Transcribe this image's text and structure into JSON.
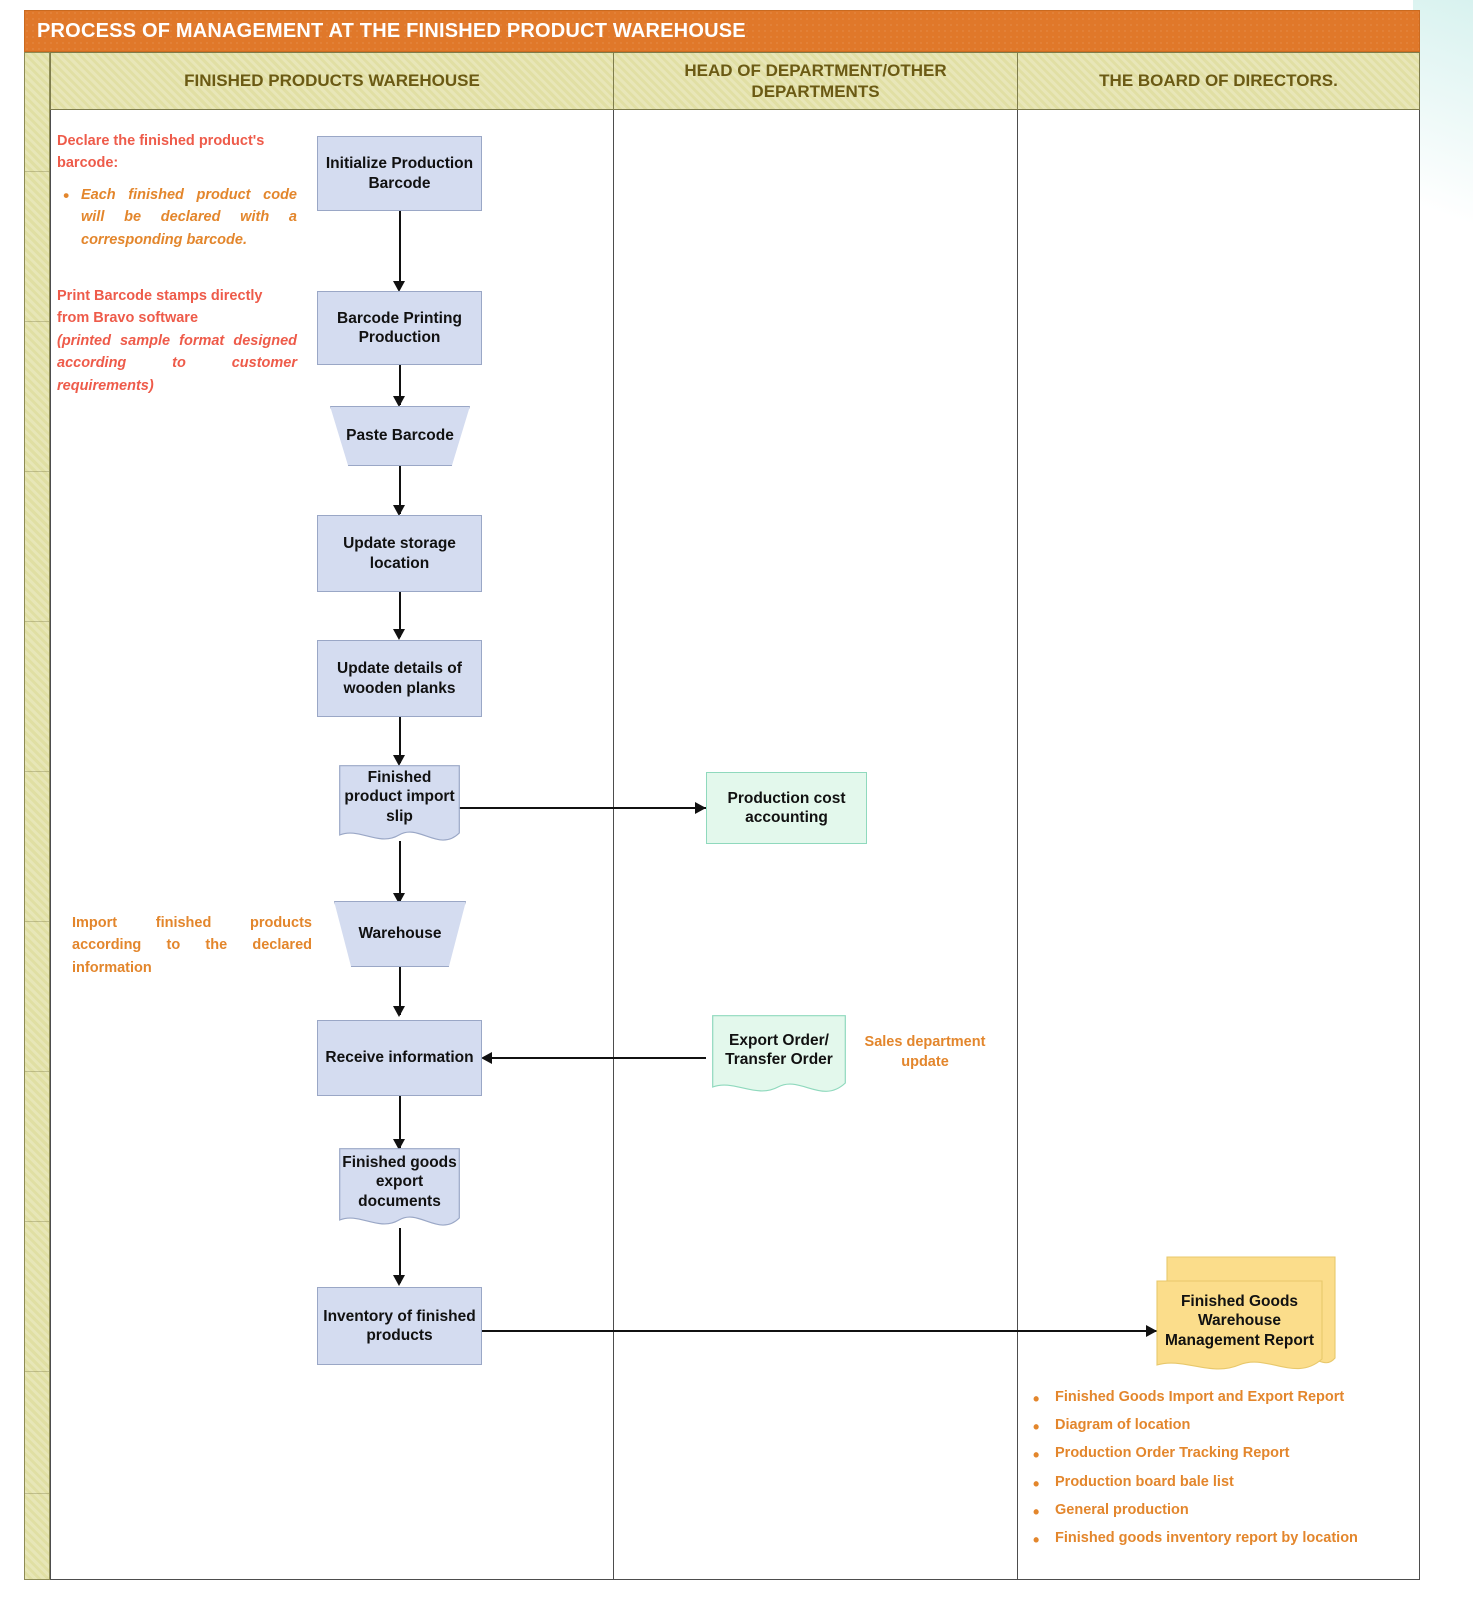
{
  "title": "PROCESS OF MANAGEMENT AT THE FINISHED PRODUCT WAREHOUSE",
  "lanes": [
    {
      "label": "FINISHED PRODUCTS WAREHOUSE"
    },
    {
      "label": "HEAD OF DEPARTMENT/OTHER DEPARTMENTS"
    },
    {
      "label": "THE BOARD OF DIRECTORS."
    }
  ],
  "notes": {
    "declare_heading": "Declare the finished product's barcode:",
    "declare_bullet": "Each finished product code will be declared with a corresponding barcode.",
    "print_heading": "Print Barcode stamps directly from Bravo software",
    "print_sub": "(printed sample format designed according to customer requirements)",
    "import_note": "Import finished products according to the declared information",
    "sales_update": "Sales department update"
  },
  "nodes": {
    "initialize_barcode": "Initialize Production Barcode",
    "barcode_printing": "Barcode Printing Production",
    "paste_barcode": "Paste Barcode",
    "update_storage": "Update storage location",
    "update_planks": "Update details of wooden planks",
    "import_slip": "Finished product import slip",
    "warehouse": "Warehouse",
    "receive_info": "Receive information",
    "export_docs": "Finished goods export documents",
    "inventory": "Inventory of finished products",
    "production_cost": "Production cost accounting",
    "export_order": "Export Order/ Transfer Order",
    "management_report": "Finished Goods Warehouse Management Report"
  },
  "report_list": [
    "Finished Goods Import and Export Report",
    "Diagram of location",
    "Production Order Tracking Report",
    "Production board bale list",
    "General production",
    "Finished goods inventory report by location"
  ],
  "colors": {
    "header_orange": "#e0782a",
    "lane_header": "#e1dfa4",
    "process_blue": "#d4dcf0",
    "accent_green": "#e3f8ec",
    "accent_yellow": "#fbdd8b",
    "note_red": "#ee5b4a",
    "note_orange": "#e3862c"
  }
}
